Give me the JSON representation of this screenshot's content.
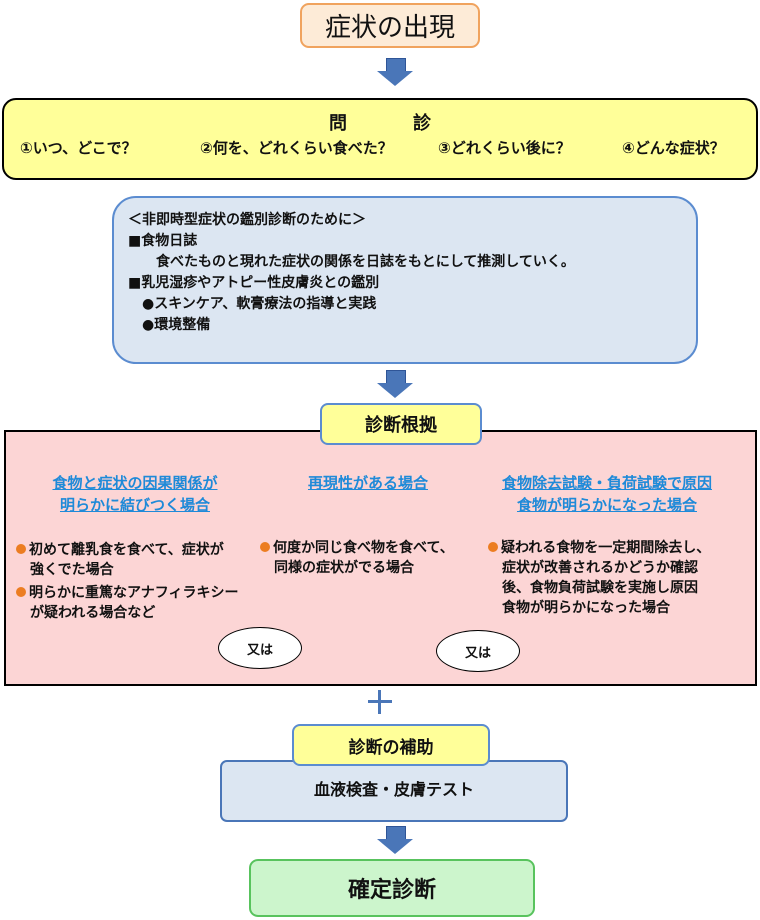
{
  "top": {
    "title": "症状の出現"
  },
  "monshin": {
    "title": "問　診",
    "questions": [
      "①いつ、どこで？",
      "②何を、どれくらい食べた？",
      "③どれくらい後に？",
      "④どんな症状？"
    ]
  },
  "non_immediate": {
    "heading": "＜非即時型症状の鑑別診断のために＞",
    "item1_title": "■食物日誌",
    "item1_desc": "食べたものと現れた症状の関係を日誌をもとにして推測していく。",
    "item2_title": "■乳児湿疹やアトピー性皮膚炎との鑑別",
    "item2_sub1": "●スキンケア、軟膏療法の指導と実践",
    "item2_sub2": "●環境整備"
  },
  "basis": {
    "label": "診断根拠",
    "col1": {
      "heading_line1": "食物と症状の因果関係が",
      "heading_line2": "明らかに結びつく場合",
      "b1_line1": "初めて離乳食を食べて、症状が",
      "b1_line2": "強くでた場合",
      "b2_line1": "明らかに重篤なアナフィラキシー",
      "b2_line2": "が疑われる場合など"
    },
    "col2": {
      "heading": "再現性がある場合",
      "b1_line1": "何度か同じ食べ物を食べて、",
      "b1_line2": "同様の症状がでる場合"
    },
    "col3": {
      "heading_line1": "食物除去試験・負荷試験で原因",
      "heading_line2": "食物が明らかになった場合",
      "b1_line1": "疑われる食物を一定期間除去し、",
      "b1_line2": "症状が改善されるかどうか確認",
      "b1_line3": "後、食物負荷試験を実施し原因",
      "b1_line4": "食物が明らかになった場合"
    },
    "or_label": "又は"
  },
  "aux": {
    "label": "診断の補助",
    "text": "血液検査・皮膚テスト"
  },
  "final": {
    "title": "確定診断"
  }
}
